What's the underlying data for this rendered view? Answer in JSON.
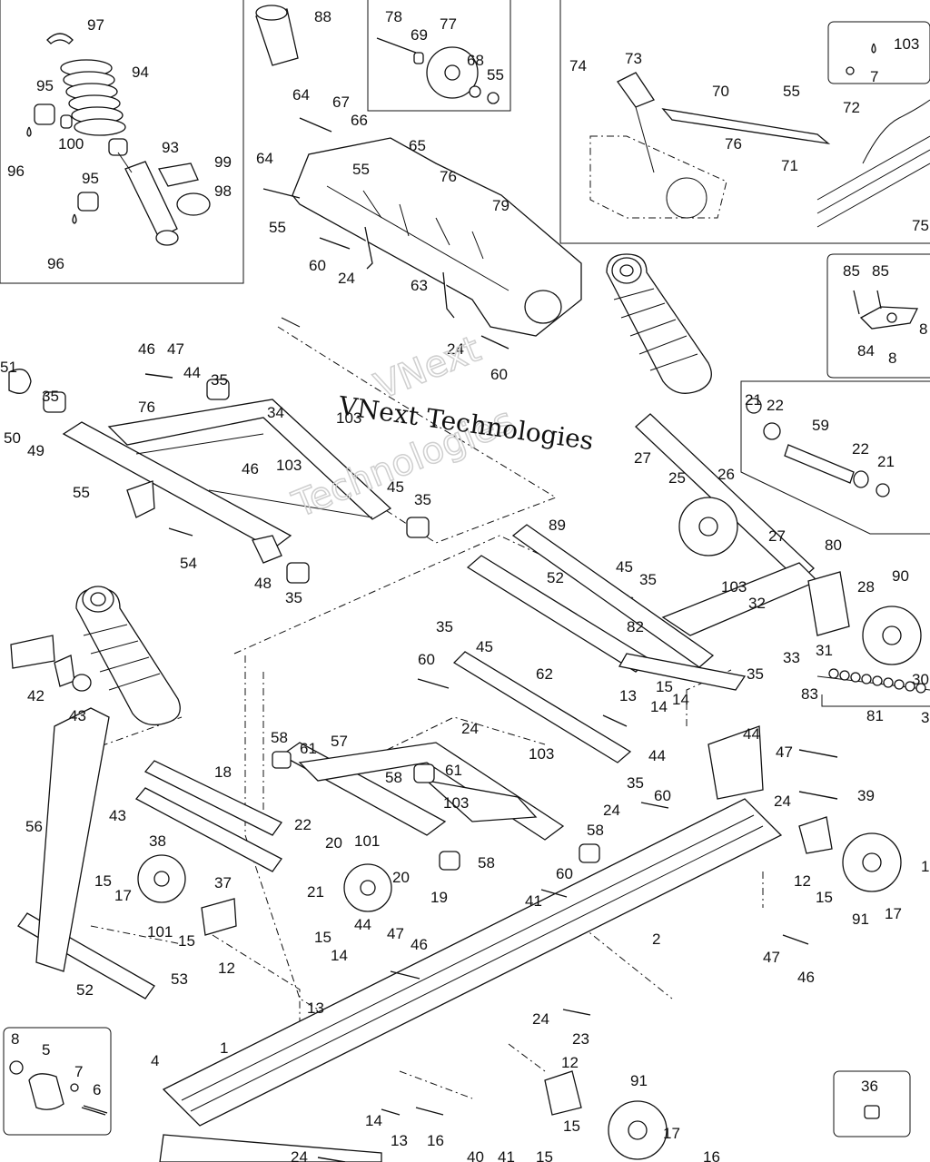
{
  "watermark": {
    "line1": "VNext Technologies",
    "line2a": "VNext",
    "line2b": "Technologies"
  },
  "inset_labels": {
    "top_left_box": [
      "97",
      "88",
      "94",
      "95",
      "100",
      "93",
      "99",
      "96",
      "95",
      "98",
      "96"
    ],
    "top_mid_box": [
      "78",
      "69",
      "77",
      "68",
      "55"
    ],
    "top_right_box": [
      "74",
      "73",
      "70",
      "55",
      "103",
      "7",
      "72",
      "76",
      "71",
      "75"
    ],
    "right_box_a": [
      "85",
      "85",
      "84",
      "8",
      "8"
    ],
    "right_box_b": [
      "21",
      "22",
      "59",
      "22",
      "21"
    ],
    "bottom_left_box": [
      "8",
      "5",
      "7",
      "6"
    ],
    "bottom_right_box": [
      "36"
    ]
  },
  "callouts": {
    "c1": "1",
    "c2": "2",
    "c3": "3",
    "c4": "4",
    "c12": "12",
    "c13": "13",
    "c14": "14",
    "c15": "15",
    "c16": "16",
    "c17": "17",
    "c18": "18",
    "c19": "19",
    "c20": "20",
    "c21": "21",
    "c22": "22",
    "c23": "23",
    "c24": "24",
    "c25": "25",
    "c26": "26",
    "c27": "27",
    "c28": "28",
    "c30": "30",
    "c31": "31",
    "c32": "32",
    "c33": "33",
    "c34": "34",
    "c35": "35",
    "c37": "37",
    "c38": "38",
    "c39": "39",
    "c40": "40",
    "c41": "41",
    "c42": "42",
    "c43": "43",
    "c44": "44",
    "c45": "45",
    "c46": "46",
    "c47": "47",
    "c48": "48",
    "c49": "49",
    "c50": "50",
    "c51": "51",
    "c52": "52",
    "c53": "53",
    "c54": "54",
    "c55": "55",
    "c56": "56",
    "c57": "57",
    "c58": "58",
    "c60": "60",
    "c61": "61",
    "c62": "62",
    "c63": "63",
    "c64": "64",
    "c65": "65",
    "c66": "66",
    "c67": "67",
    "c76": "76",
    "c79": "79",
    "c80": "80",
    "c81": "81",
    "c82": "82",
    "c83": "83",
    "c89": "89",
    "c90": "90",
    "c91": "91",
    "c101": "101",
    "c103": "103"
  }
}
